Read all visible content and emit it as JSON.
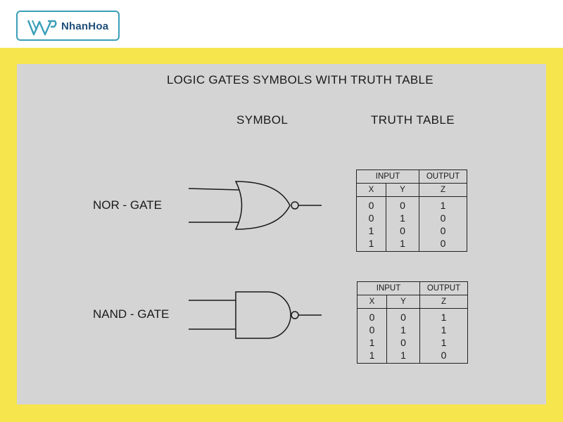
{
  "brand": {
    "name": "NhanHoa"
  },
  "colors": {
    "frame": "#f6e54d",
    "panel": "#d4d4d5",
    "brand_border": "#3a9fb8",
    "brand_text": "#1f4e78"
  },
  "diagram": {
    "title": "LOGIC GATES SYMBOLS WITH TRUTH TABLE",
    "symbol_header": "SYMBOL",
    "table_header": "TRUTH TABLE",
    "gates": [
      {
        "label": "NOR - GATE",
        "icon": "nor-gate-icon",
        "table": {
          "input_header": "INPUT",
          "output_header": "OUTPUT",
          "columns": [
            "X",
            "Y",
            "Z"
          ],
          "rows": [
            [
              "0",
              "0",
              "1"
            ],
            [
              "0",
              "1",
              "0"
            ],
            [
              "1",
              "0",
              "0"
            ],
            [
              "1",
              "1",
              "0"
            ]
          ]
        }
      },
      {
        "label": "NAND - GATE",
        "icon": "nand-gate-icon",
        "table": {
          "input_header": "INPUT",
          "output_header": "OUTPUT",
          "columns": [
            "X",
            "Y",
            "Z"
          ],
          "rows": [
            [
              "0",
              "0",
              "1"
            ],
            [
              "0",
              "1",
              "1"
            ],
            [
              "1",
              "0",
              "1"
            ],
            [
              "1",
              "1",
              "0"
            ]
          ]
        }
      }
    ]
  }
}
